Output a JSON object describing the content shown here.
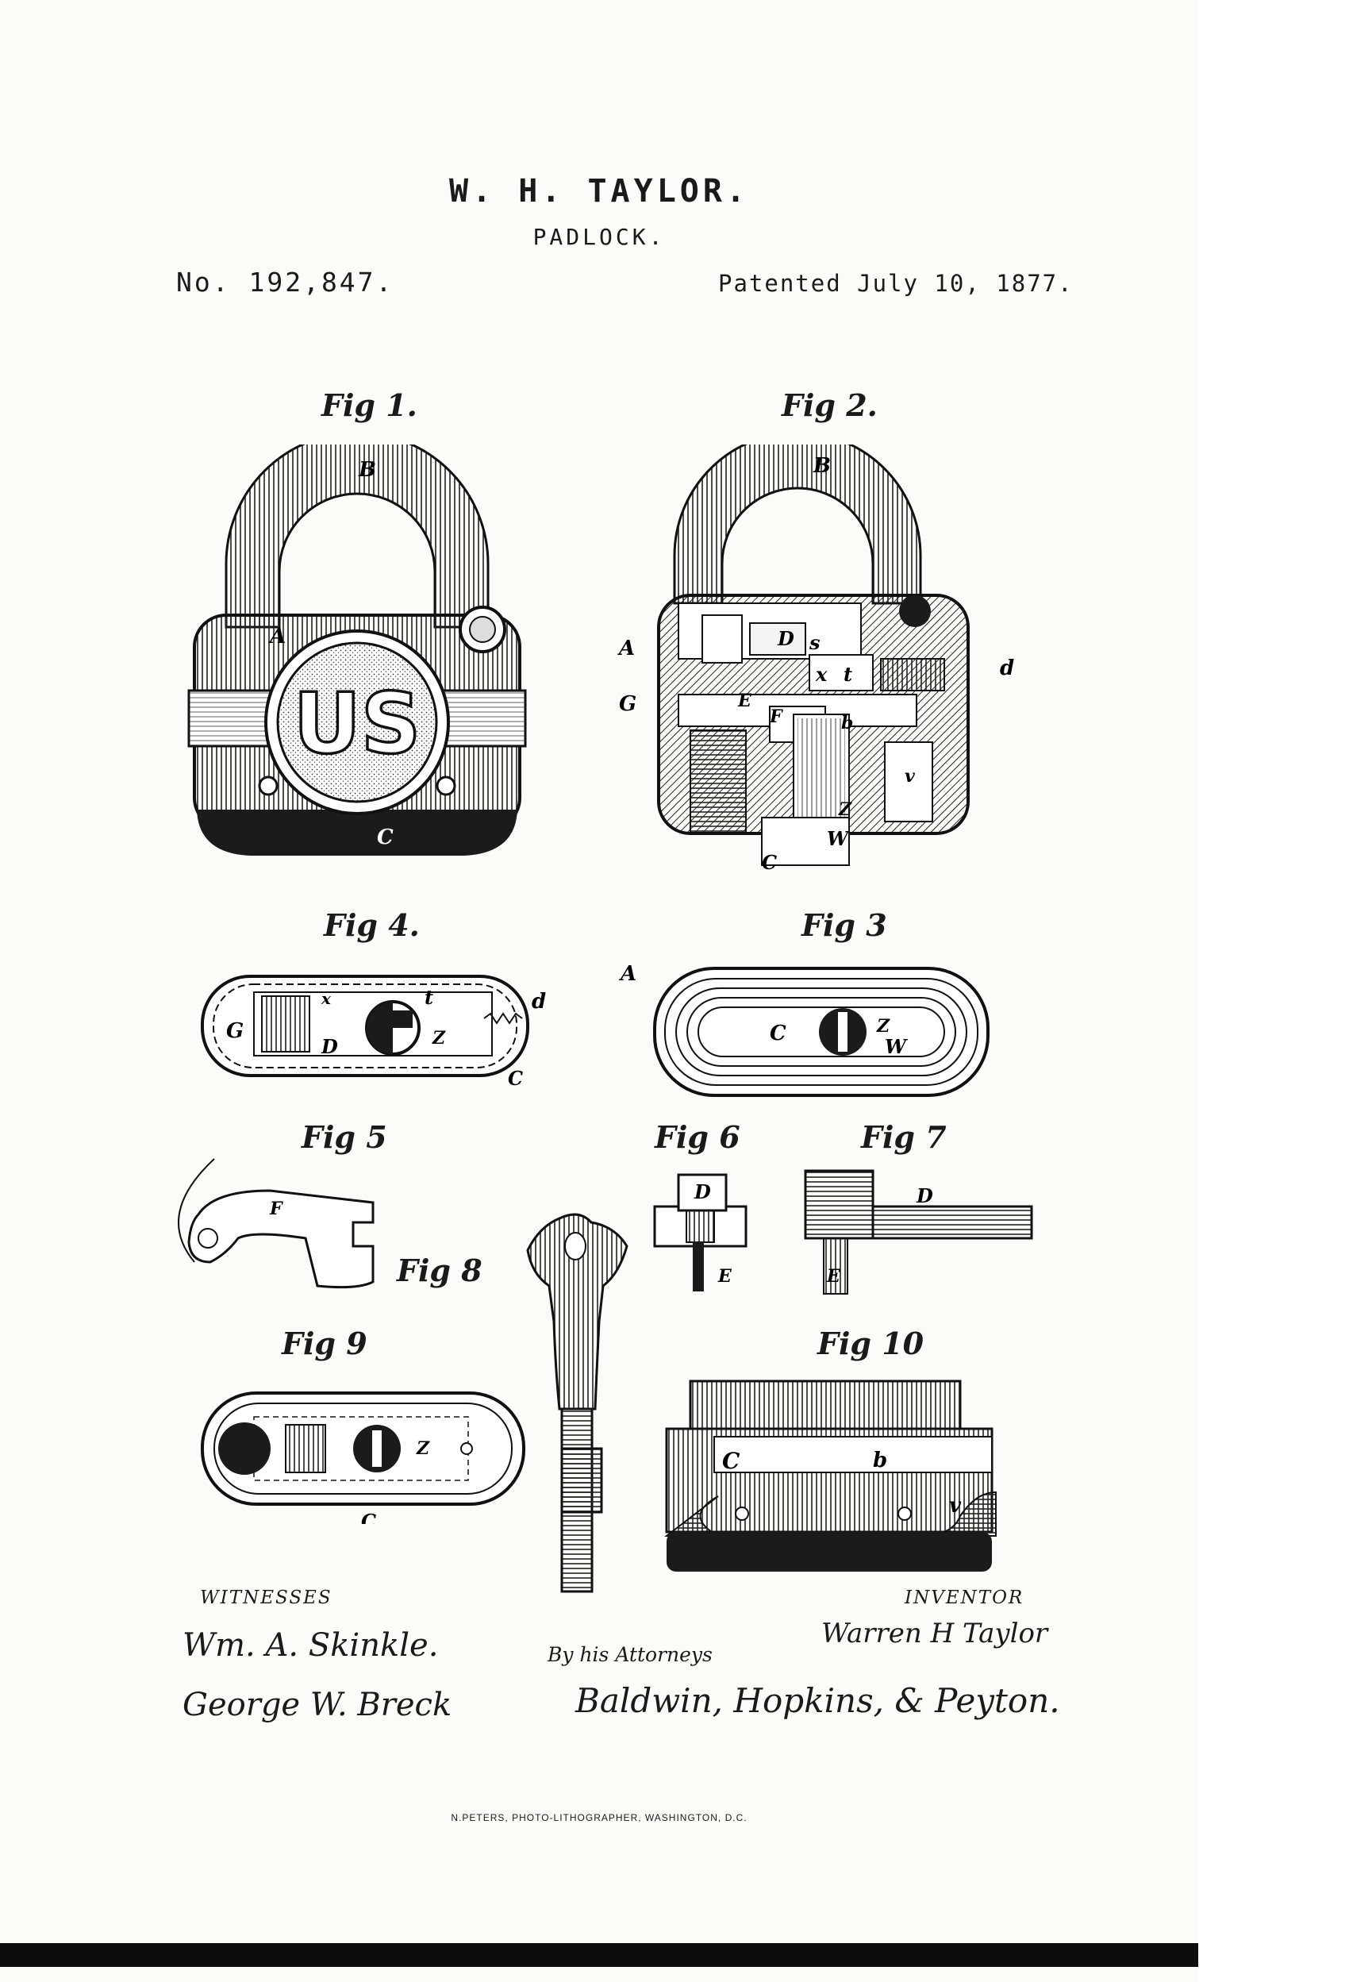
{
  "patent": {
    "inventor_header": "W. H. TAYLOR.",
    "title": "PADLOCK.",
    "number": "No. 192,847.",
    "date": "Patented July 10, 1877."
  },
  "figures": {
    "fig1": "Fig 1.",
    "fig2": "Fig 2.",
    "fig3": "Fig 3",
    "fig4": "Fig 4.",
    "fig5": "Fig 5",
    "fig6": "Fig 6",
    "fig7": "Fig 7",
    "fig8": "Fig 8",
    "fig9": "Fig 9",
    "fig10": "Fig 10"
  },
  "emblem_text": "US",
  "reference_letters": {
    "A": "A",
    "B": "B",
    "C": "C",
    "D": "D",
    "E": "E",
    "F": "F",
    "G": "G",
    "W": "W",
    "Z": "Z",
    "b": "b",
    "d": "d",
    "s": "s",
    "t": "t",
    "v": "v",
    "x": "x"
  },
  "signatures": {
    "witnesses_label": "WITNESSES",
    "witness_1": "Wm. A. Skinkle.",
    "witness_2": "George W. Breck",
    "inventor_label": "INVENTOR",
    "inventor_name": "Warren H Taylor",
    "by_label": "By his Attorneys",
    "attorneys": "Baldwin, Hopkins, & Peyton."
  },
  "printer_credit": "N.PETERS, PHOTO-LITHOGRAPHER, WASHINGTON, D.C."
}
